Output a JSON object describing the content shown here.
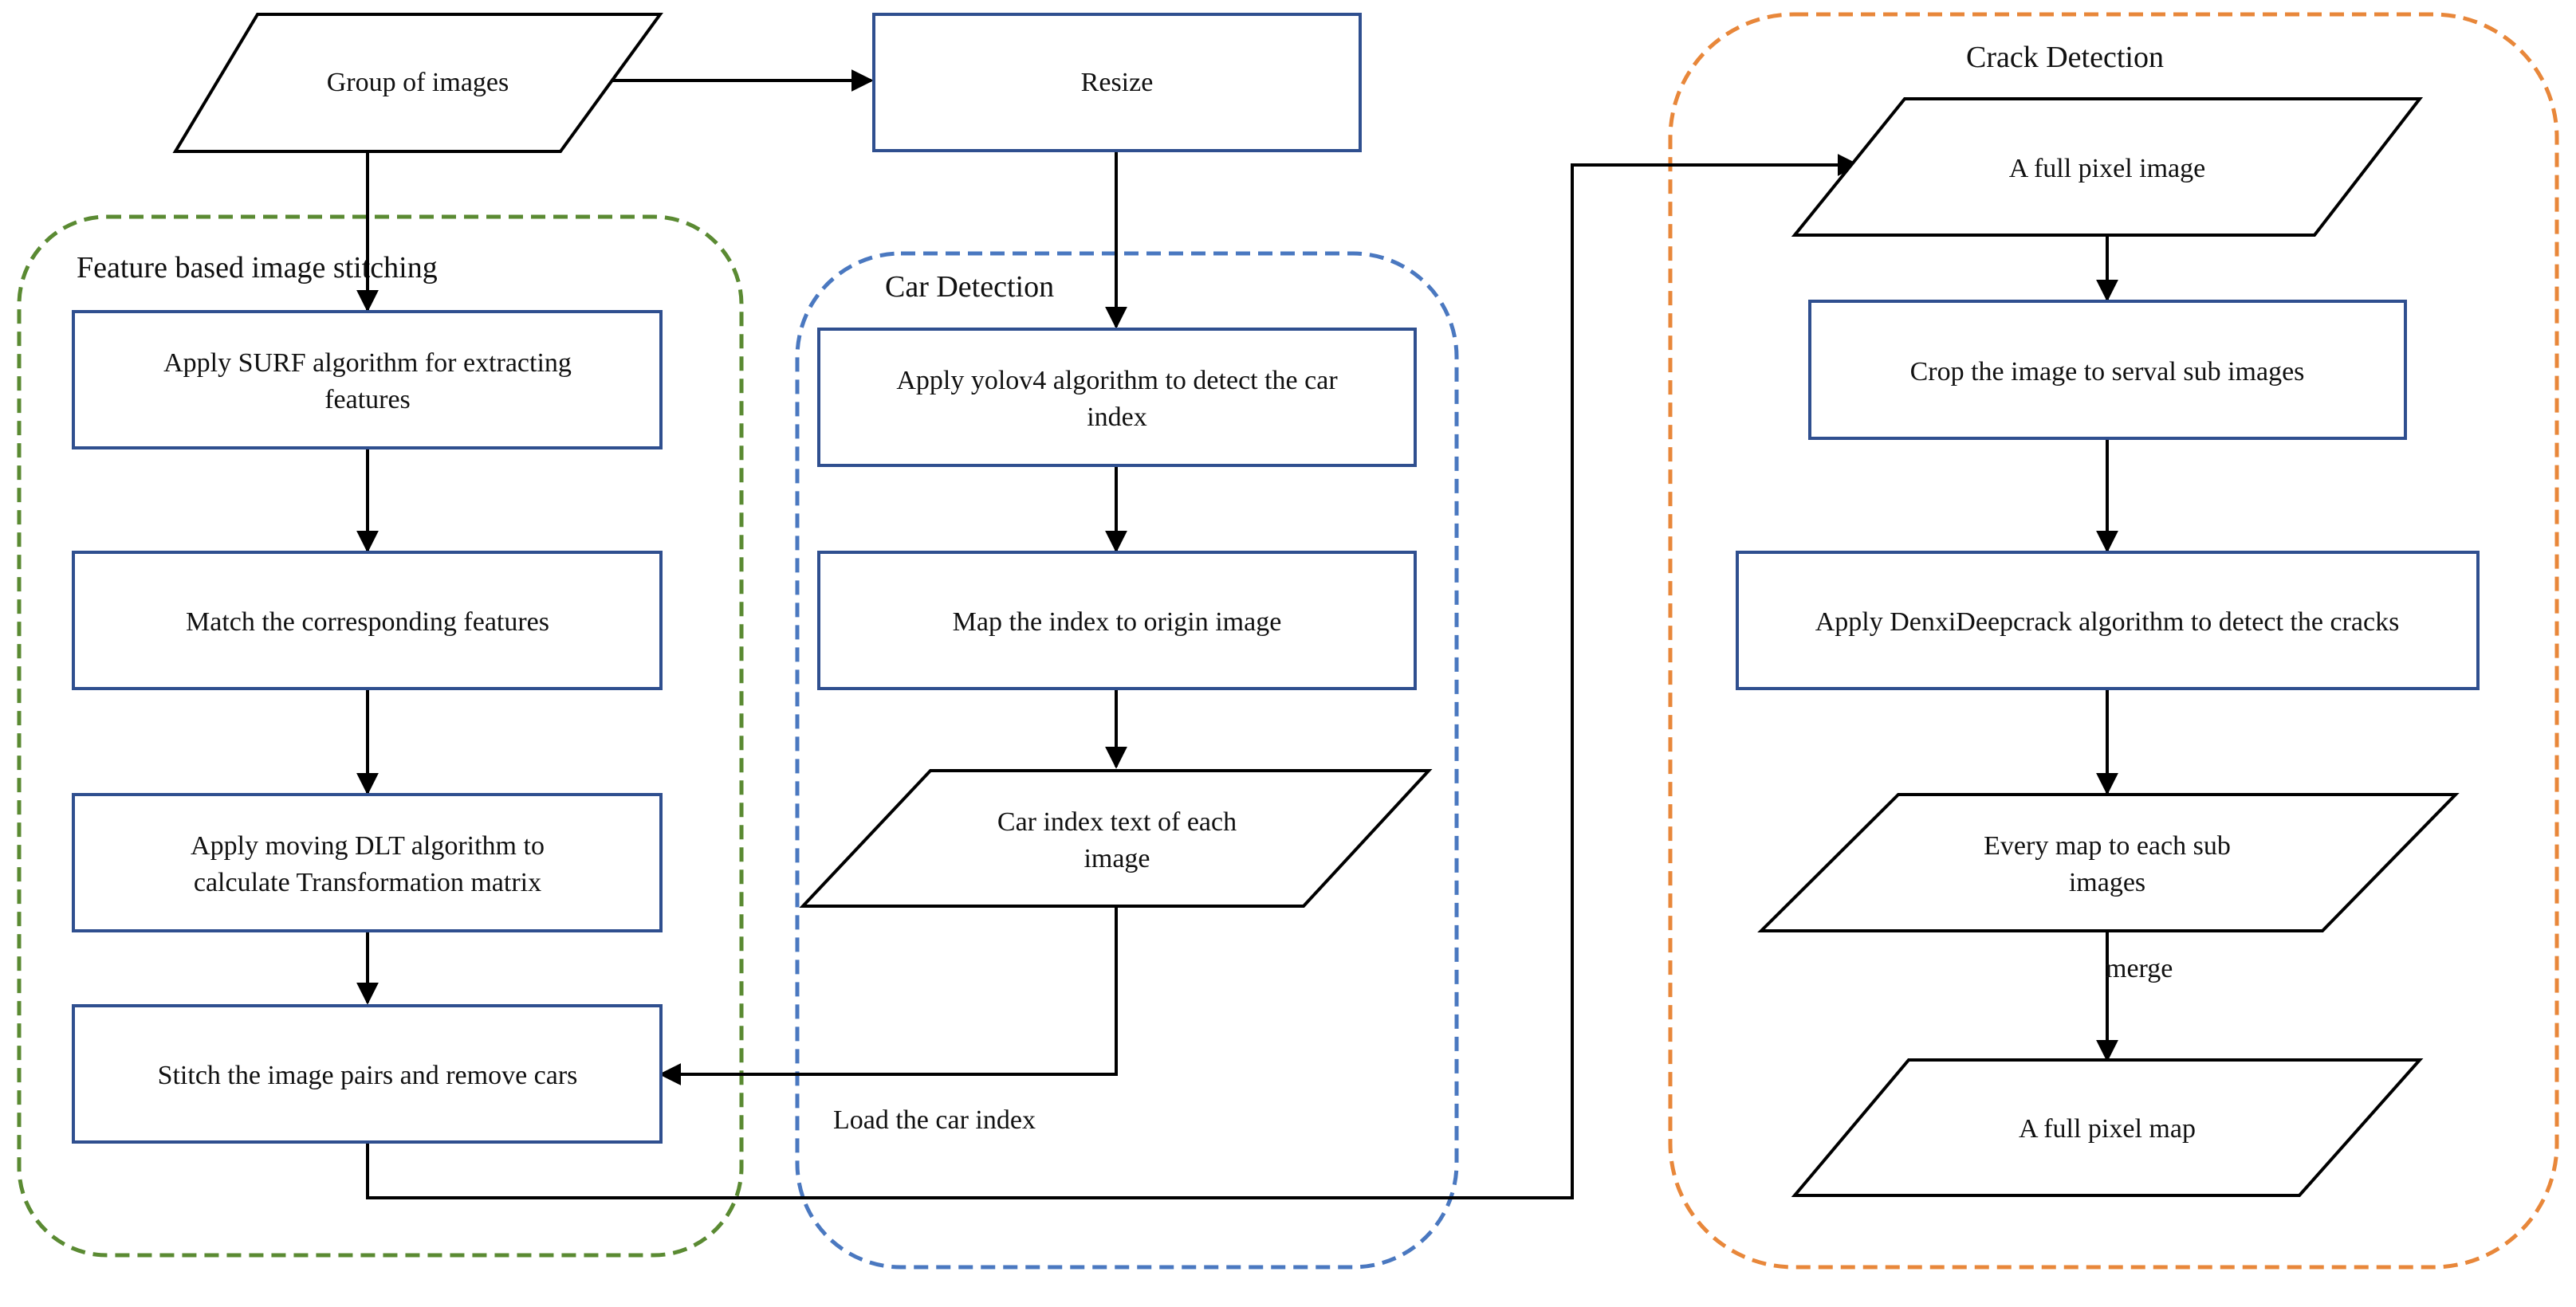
{
  "colors": {
    "feature_group": "#5a8a32",
    "car_group": "#4a78c0",
    "crack_group": "#e8873a",
    "process_border": "#2f4f8f",
    "line": "#000000"
  },
  "groups": {
    "feature": {
      "title": "Feature based image stitching"
    },
    "car": {
      "title": "Car Detection"
    },
    "crack": {
      "title": "Crack Detection"
    }
  },
  "nodes": {
    "group_of_images": {
      "lines": [
        "Group of images"
      ]
    },
    "resize": {
      "lines": [
        "Resize"
      ]
    },
    "apply_surf": {
      "lines": [
        "Apply SURF algorithm for extracting",
        "features"
      ]
    },
    "match_features": {
      "lines": [
        "Match the corresponding features"
      ]
    },
    "moving_dlt": {
      "lines": [
        "Apply moving DLT algorithm to",
        "calculate Transformation matrix"
      ]
    },
    "stitch_pairs": {
      "lines": [
        "Stitch the image pairs and remove cars"
      ]
    },
    "yolov4": {
      "lines": [
        "Apply yolov4 algorithm to detect the car",
        "index"
      ]
    },
    "map_index": {
      "lines": [
        "Map the index to origin image"
      ]
    },
    "car_index_text": {
      "lines": [
        "Car index text of each",
        "image"
      ]
    },
    "full_pixel_image": {
      "lines": [
        "A full pixel image"
      ]
    },
    "crop_image": {
      "lines": [
        "Crop the image to serval sub images"
      ]
    },
    "denxideepcrack": {
      "lines": [
        "Apply DenxiDeepcrack algorithm to detect the cracks"
      ]
    },
    "every_map": {
      "lines": [
        "Every map to each sub",
        "images"
      ]
    },
    "full_pixel_map": {
      "lines": [
        "A full pixel map"
      ]
    }
  },
  "edge_labels": {
    "load_car_index": "Load the car index",
    "merge": "merge"
  }
}
